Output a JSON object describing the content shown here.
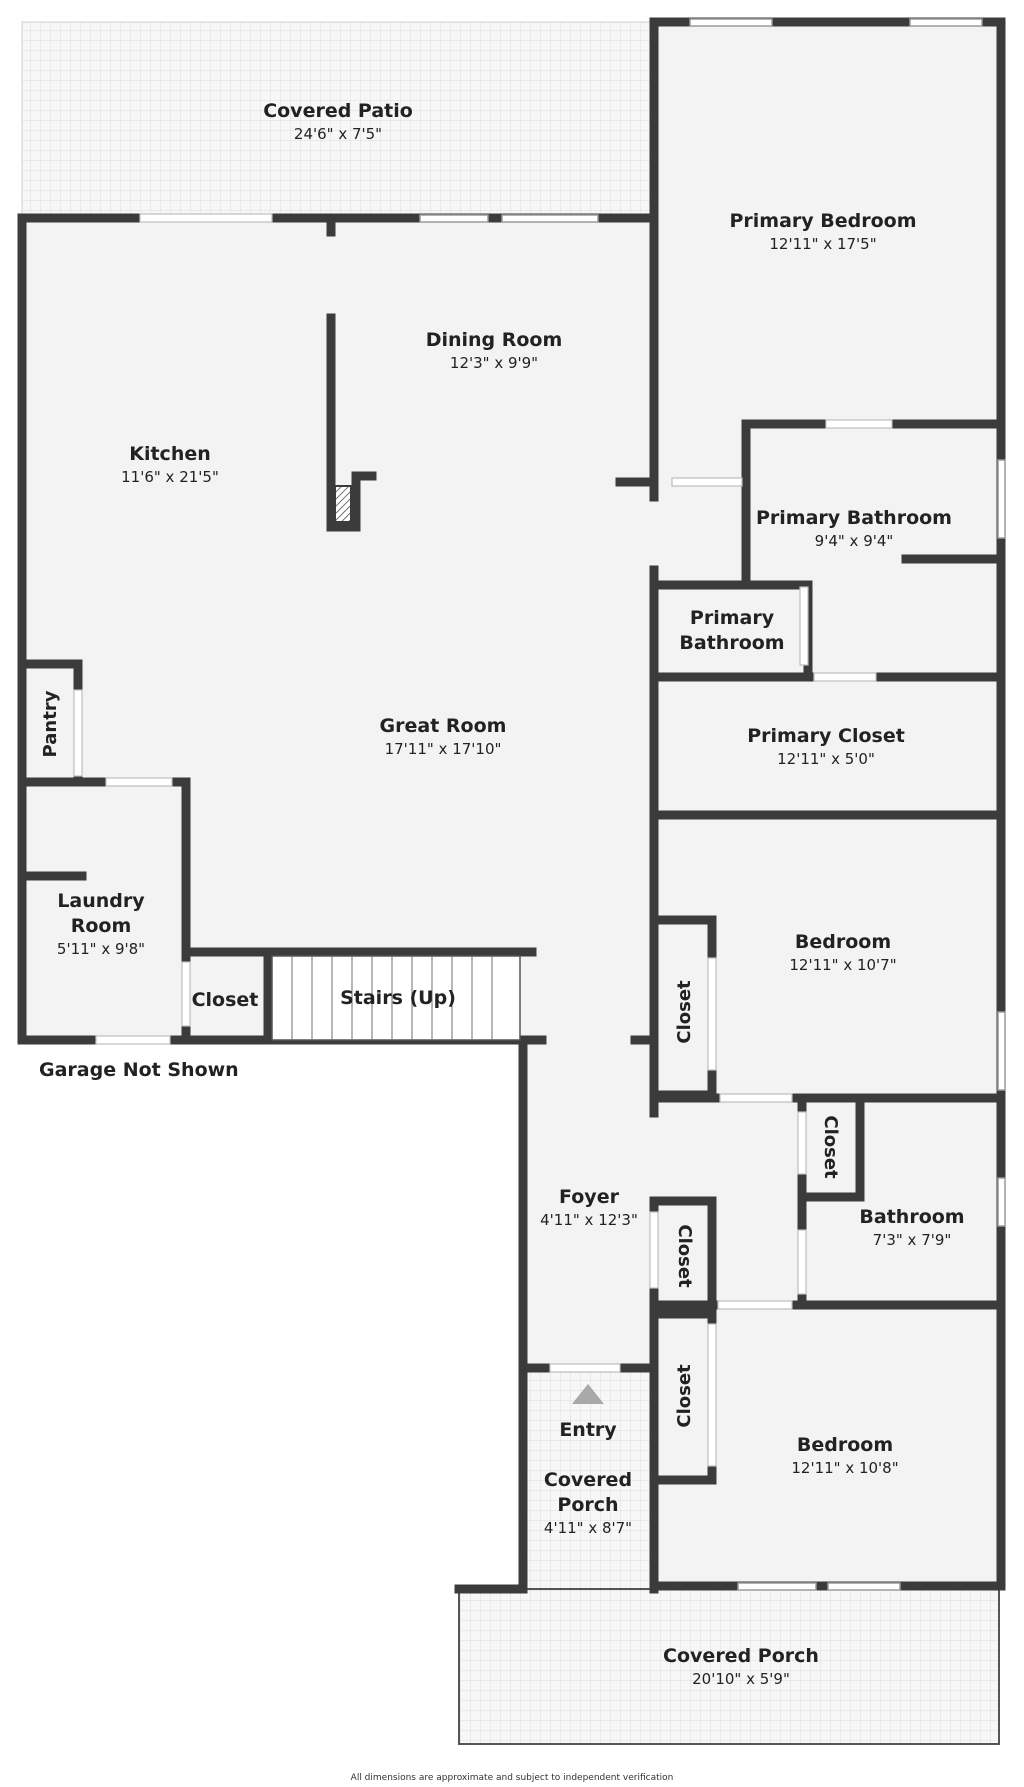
{
  "rooms": {
    "covered_patio": {
      "name": "Covered Patio",
      "dim": "24'6\" x 7'5\""
    },
    "primary_bedroom": {
      "name": "Primary Bedroom",
      "dim": "12'11\" x 17'5\""
    },
    "dining_room": {
      "name": "Dining Room",
      "dim": "12'3\" x 9'9\""
    },
    "kitchen": {
      "name": "Kitchen",
      "dim": "11'6\" x 21'5\""
    },
    "primary_bathroom": {
      "name": "Primary Bathroom",
      "dim": "9'4\" x 9'4\""
    },
    "primary_bathroom_small": {
      "line1": "Primary",
      "line2": "Bathroom"
    },
    "pantry": {
      "name": "Pantry"
    },
    "great_room": {
      "name": "Great Room",
      "dim": "17'11\" x 17'10\""
    },
    "primary_closet": {
      "name": "Primary Closet",
      "dim": "12'11\" x 5'0\""
    },
    "laundry_room": {
      "line1": "Laundry",
      "line2": "Room",
      "dim": "5'11\" x 9'8\""
    },
    "bedroom_upper": {
      "name": "Bedroom",
      "dim": "12'11\" x 10'7\""
    },
    "laundry_closet": {
      "name": "Closet"
    },
    "stairs": {
      "name": "Stairs (Up)"
    },
    "bedroom_upper_closet": {
      "name": "Closet"
    },
    "bath_closet": {
      "name": "Closet"
    },
    "bathroom": {
      "name": "Bathroom",
      "dim": "7'3\" x 7'9\""
    },
    "foyer": {
      "name": "Foyer",
      "dim": "4'11\" x 12'3\""
    },
    "foyer_closet": {
      "name": "Closet"
    },
    "bedroom_lower_closet": {
      "name": "Closet"
    },
    "entry": {
      "name": "Entry"
    },
    "covered_porch_small": {
      "line1": "Covered",
      "line2": "Porch",
      "dim": "4'11\" x 8'7\""
    },
    "bedroom_lower": {
      "name": "Bedroom",
      "dim": "12'11\" x 10'8\""
    },
    "covered_porch": {
      "name": "Covered Porch",
      "dim": "20'10\" x 5'9\""
    }
  },
  "notes": {
    "garage": "Garage Not Shown",
    "disclaimer": "All dimensions are approximate and subject to independent verification"
  },
  "colors": {
    "wall": "#3b3b3b",
    "floor": "#f3f3f3",
    "background": "#ffffff"
  }
}
